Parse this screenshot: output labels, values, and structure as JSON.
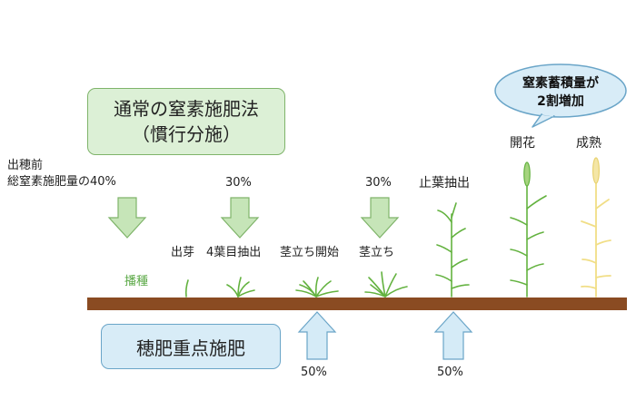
{
  "method_box": {
    "line1": "通常の窒素施肥法",
    "line2": "（慣行分施）"
  },
  "ear_box": {
    "label": "穂肥重点施肥"
  },
  "bubble": {
    "line1": "窒素蓄積量が",
    "line2": "2割増加"
  },
  "pre_heading": {
    "line1": "出穂前",
    "line2": "総窒素施肥量の40%"
  },
  "top_percents": {
    "p1": "30%",
    "p2": "30%"
  },
  "bottom_percents": {
    "p1": "50%",
    "p2": "50%"
  },
  "stages": {
    "sowing": "播種",
    "emergence": "出芽",
    "fourth_leaf": "4葉目抽出",
    "tillering_start": "茎立ち開始",
    "tillering": "茎立ち",
    "flag_leaf": "止葉抽出",
    "flowering": "開花",
    "maturity": "成熟"
  },
  "colors": {
    "green_arrow": "#c6e5b8",
    "green_border": "#7fb46a",
    "blue_arrow": "#d5ebf7",
    "blue_border": "#6aa5c8",
    "soil": "#8a4b22",
    "plant_green": "#63b23f",
    "plant_yellow": "#f1de86"
  }
}
